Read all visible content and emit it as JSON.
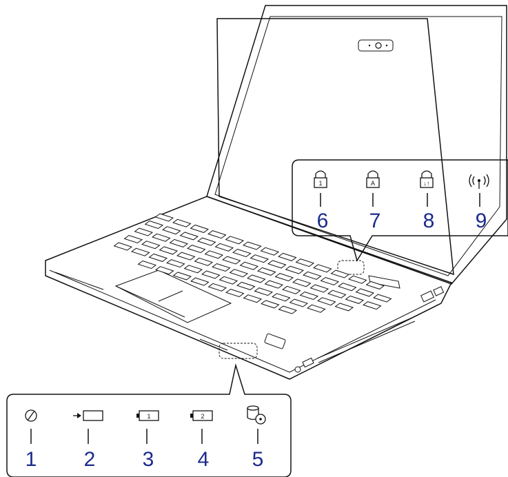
{
  "callouts_top": [
    {
      "number": "6",
      "icon": "num-lock-indicator-icon",
      "glyph": "1"
    },
    {
      "number": "7",
      "icon": "caps-lock-indicator-icon",
      "glyph": "A"
    },
    {
      "number": "8",
      "icon": "scroll-lock-indicator-icon",
      "glyph": "↓↑"
    },
    {
      "number": "9",
      "icon": "wireless-indicator-icon"
    }
  ],
  "callouts_bottom": [
    {
      "number": "1",
      "icon": "power-indicator-icon"
    },
    {
      "number": "2",
      "icon": "ac-charge-indicator-icon"
    },
    {
      "number": "3",
      "icon": "battery-1-indicator-icon",
      "glyph": "1"
    },
    {
      "number": "4",
      "icon": "battery-2-indicator-icon",
      "glyph": "2"
    },
    {
      "number": "5",
      "icon": "disk-access-indicator-icon"
    }
  ]
}
